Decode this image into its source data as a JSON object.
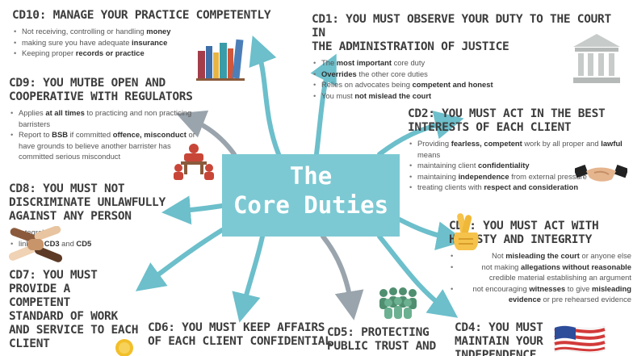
{
  "center": {
    "line1": "The",
    "line2": "Core Duties"
  },
  "duties": {
    "cd10": {
      "heading": [
        "CD10: MANAGE YOUR PRACTICE COMPETENTLY"
      ],
      "bullets": [
        [
          {
            "t": "Not receiving, controlling or handling "
          },
          {
            "b": "money"
          }
        ],
        [
          {
            "t": "making sure you have adequate "
          },
          {
            "b": "insurance"
          }
        ],
        [
          {
            "t": "Keeping proper "
          },
          {
            "b": "records or practice"
          }
        ]
      ]
    },
    "cd1": {
      "heading": [
        "CD1: YOU MUST OBSERVE YOUR DUTY TO THE COURT IN",
        "THE ADMINISTRATION OF JUSTICE"
      ],
      "bullets": [
        [
          {
            "t": "The "
          },
          {
            "b": "most important"
          },
          {
            "t": " core duty"
          }
        ],
        [
          {
            "b": "Overrides"
          },
          {
            "t": " the other core duties"
          }
        ],
        [
          {
            "t": "Relies on advocates being "
          },
          {
            "b": "competent and honest"
          }
        ],
        [
          {
            "t": "You must "
          },
          {
            "b": "not mislead the court"
          }
        ]
      ]
    },
    "cd9": {
      "heading": [
        "CD9: YOU MUTBE OPEN AND",
        "COOPERATIVE WITH REGULATORS"
      ],
      "bullets": [
        [
          {
            "t": "Applies "
          },
          {
            "b": "at all times"
          },
          {
            "t": " to practicing and non practicing barristers"
          }
        ],
        [
          {
            "t": "Report to "
          },
          {
            "b": "BSB"
          },
          {
            "t": " if committed "
          },
          {
            "b": "offence, misconduct"
          },
          {
            "t": " or have grounds to believe another barrister has committed serious misconduct"
          }
        ]
      ]
    },
    "cd2": {
      "heading": [
        "CD2: YOU MUST ACT IN THE BEST",
        "INTERESTS OF EACH CLIENT"
      ],
      "bullets": [
        [
          {
            "t": "Providing "
          },
          {
            "b": "fearless, competent"
          },
          {
            "t": " work by all proper and "
          },
          {
            "b": "lawful"
          },
          {
            "t": " means"
          }
        ],
        [
          {
            "t": "maintaining client "
          },
          {
            "b": "confidentiality"
          }
        ],
        [
          {
            "t": "maintaining "
          },
          {
            "b": "independence"
          },
          {
            "t": " from external pressure"
          }
        ],
        [
          {
            "t": "treating clients with "
          },
          {
            "b": "respect and consideration"
          }
        ]
      ]
    },
    "cd8": {
      "heading": [
        "CD8: YOU MUST NOT",
        "DISCRIMINATE UNLAWFULLY",
        "AGAINST ANY PERSON"
      ],
      "bullets": [
        [
          {
            "t": "Integral"
          }
        ],
        [
          {
            "t": "links to "
          },
          {
            "b": "CD3"
          },
          {
            "t": " and "
          },
          {
            "b": "CD5"
          }
        ]
      ]
    },
    "cd3": {
      "heading": [
        "CD3: YOU MUST ACT WITH",
        "HONESTY AND INTEGRITY"
      ],
      "bullets": [
        [
          {
            "t": "Not "
          },
          {
            "b": "misleading the court"
          },
          {
            "t": " or anyone else"
          }
        ],
        [
          {
            "t": "not making "
          },
          {
            "b": "allegations without reasonable"
          },
          {
            "t": " credible material establishing an argument"
          }
        ],
        [
          {
            "t": "not encouraging "
          },
          {
            "b": "witnesses"
          },
          {
            "t": " to give "
          },
          {
            "b": "misleading evidence"
          },
          {
            "t": " or pre rehearsed evidence"
          }
        ]
      ]
    },
    "cd7": {
      "heading": [
        "CD7: YOU MUST",
        "PROVIDE A",
        "COMPETENT",
        "STANDARD OF WORK",
        "AND SERVICE TO EACH",
        "CLIENT"
      ]
    },
    "cd6": {
      "heading": [
        "CD6: YOU MUST KEEP AFFAIRS",
        "OF EACH CLIENT CONFIDENTIAL"
      ]
    },
    "cd5": {
      "heading": [
        "CD5: PROTECTING",
        "PUBLIC TRUST AND"
      ]
    },
    "cd4": {
      "heading": [
        "CD4: YOU MUST",
        "MAINTAIN YOUR",
        "INDEPENDENCE"
      ]
    }
  },
  "colors": {
    "accent": "#7cc9d3",
    "arrow": "#6cbfcb",
    "arrow_grey": "#9aa4ad",
    "heading": "#3d3d3d",
    "body": "#555555"
  },
  "icons": [
    "books-icon",
    "courthouse-icon",
    "meeting-icon",
    "handshake-icon",
    "diverse-hands-icon",
    "crossed-fingers-icon",
    "crowd-icon",
    "us-flag-icon",
    "gold-medal-icon"
  ]
}
